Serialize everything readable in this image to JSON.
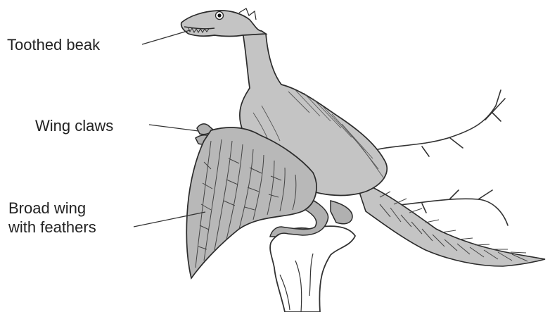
{
  "labels": {
    "toothed_beak": "Toothed beak",
    "wing_claws": "Wing claws",
    "broad_wing_line1": "Broad wing",
    "broad_wing_line2": "with feathers"
  },
  "colors": {
    "body_fill": "#c4c4c4",
    "wing_fill": "#b8b8b8",
    "outline": "#2b2b2b",
    "text": "#222222",
    "background": "#ffffff"
  }
}
